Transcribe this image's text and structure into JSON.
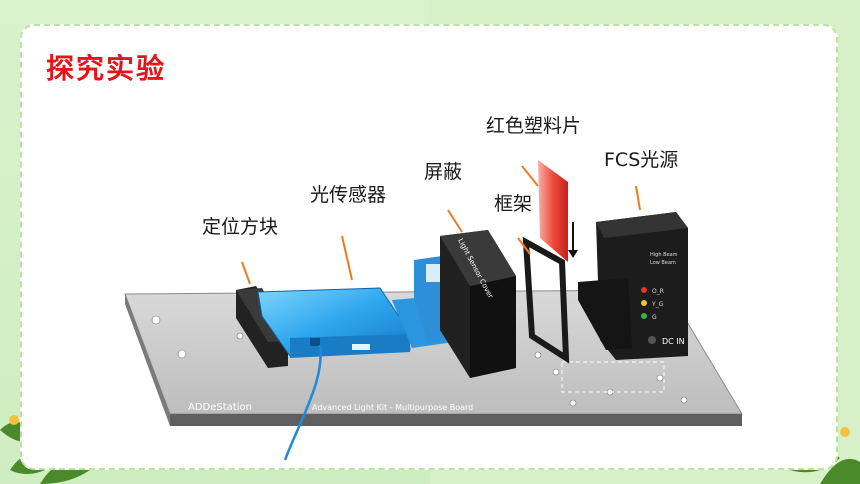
{
  "title": "探究实验",
  "labels": {
    "positioning_block": "定位方块",
    "light_sensor": "光传感器",
    "shield": "屏蔽",
    "frame": "框架",
    "red_plastic": "红色塑料片",
    "fcs_light": "FCS光源"
  },
  "board": {
    "brand": "ADDeStation",
    "name": "Advanced Light Kit - Multipurpose Board"
  },
  "shield_text": "Light Sensor Cover",
  "light_panel": {
    "high_beam": "High Beam",
    "low_beam": "Low Beam",
    "led_labels": [
      "O_R",
      "Y_G",
      "G"
    ],
    "dc_in": "DC IN"
  }
}
